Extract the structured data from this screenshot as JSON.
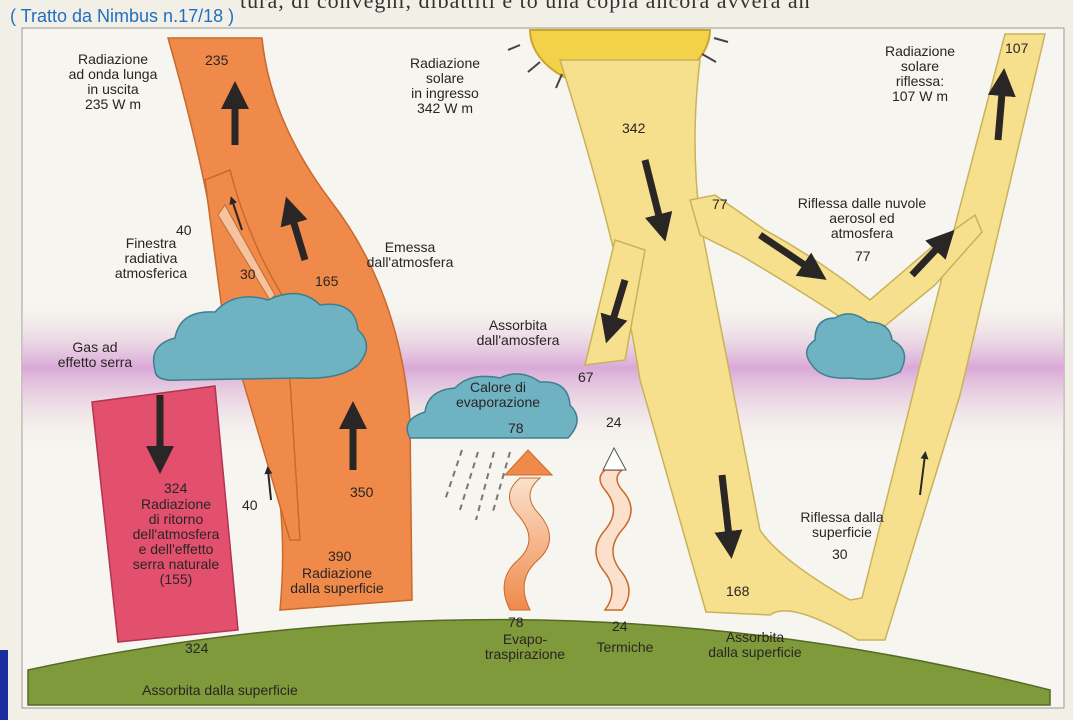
{
  "header": {
    "source": "( Tratto da Nimbus n.17/18 )",
    "top_text": "tura, di convegni, dibattiti e    to una copia ancora avvera an"
  },
  "labels": {
    "longwave_out": "Radiazione\nad onda lunga\nin uscita\n235 W m",
    "solar_in": "Radiazione\nsolare\nin ingresso\n342 W m",
    "reflected_solar": "Radiazione\nsolare\nriflessa:\n107 W m",
    "window": "Finestra\nradiativa\natmosferica",
    "emitted_atm": "Emessa\ndall'atmosfera",
    "greenhouse_gas": "Gas ad\neffetto serra",
    "absorbed_atm": "Assorbita\ndall'amosfera",
    "reflected_clouds": "Riflessa dalle nuvole\naerosol ed\natmosfera",
    "evap_heat": "Calore di\nevaporazione",
    "back_radiation": "Radiazione\ndi ritorno\ndell'atmosfera\ne dell'effetto\nserra naturale\n(155)",
    "surface_radiation": "Radiazione\ndalla superficie",
    "reflected_surface": "Riflessa dalla\nsuperficie",
    "evapotranspiration": "Evapo-\ntraspirazione",
    "thermals": "Termiche",
    "absorbed_surface_right": "Assorbita\ndalla superficie",
    "absorbed_surface_left": "Assorbita dalla superficie"
  },
  "values": {
    "v235_top": "235",
    "v342": "342",
    "v107_top": "107",
    "v40_window": "40",
    "v30": "30",
    "v165": "165",
    "v77_a": "77",
    "v77_b": "77",
    "v67": "67",
    "v78_cloud": "78",
    "v24_top": "24",
    "v324_mid": "324",
    "v40_low": "40",
    "v350": "350",
    "v390": "390",
    "v30_surface": "30",
    "v168": "168",
    "v78_bottom": "78",
    "v24_bottom": "24",
    "v324_ground": "324"
  },
  "colors": {
    "orange": "#ef8a4a",
    "yellow": "#f6e08e",
    "pink": "#e2506e",
    "cloud": "#6fb3c3",
    "ground": "#7f9a3a",
    "sun": "#f3d24a",
    "atmosphere_band": "#d8a6d6",
    "source_link": "#1f6fc4"
  }
}
